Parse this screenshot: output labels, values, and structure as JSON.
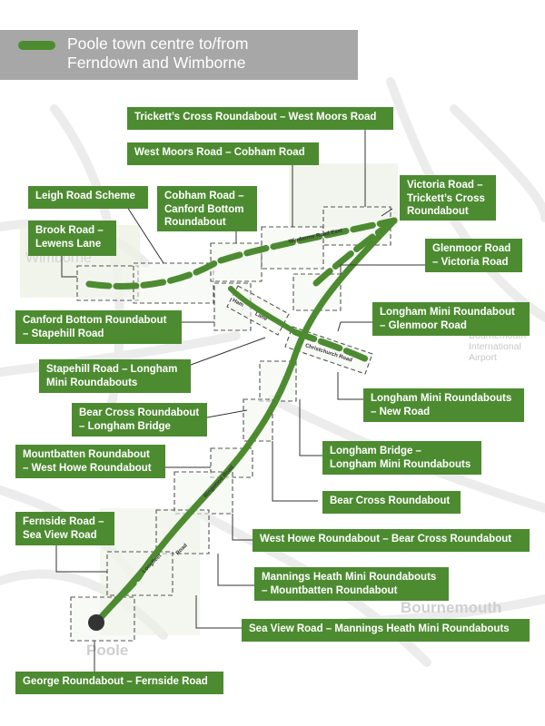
{
  "header": {
    "title": "Poole town centre to/from\nFerndown and Wimborne",
    "route_color": "#4d8b31"
  },
  "places": {
    "wimborne": "Wimborne",
    "bournemouth": "Bournemouth",
    "poole": "Poole",
    "airport": "Bournemouth\nInternational\nAirport"
  },
  "road_labels": {
    "wimborne_road_east": "Wimborne Road East",
    "ham_lane_1": "Ham",
    "ham_lane_2": "Lane",
    "christchurch_road": "Christchurch Road",
    "ringwood_road": "Ringwood Road",
    "longfleet_road_1": "Longfleet",
    "longfleet_road_2": "Road"
  },
  "labels": [
    "Trickett’s Cross Roundabout – West Moors Road",
    "West Moors Road – Cobham Road",
    "Leigh Road Scheme",
    "Cobham Road –\nCanford Bottom\nRoundabout",
    "Victoria Road –\nTrickett’s Cross\nRoundabout",
    "Brook Road –\nLewens Lane",
    "Glenmoor Road\n– Victoria Road",
    "Canford Bottom Roundabout\n– Stapehill Road",
    "Longham Mini Roundabout\n– Glenmoor Road",
    "Stapehill Road – Longham\nMini Roundabouts",
    "Longham Mini Roundabouts\n– New Road",
    "Bear Cross Roundabout\n– Longham Bridge",
    "Mountbatten Roundabout\n– West Howe Roundabout",
    "Longham Bridge –\nLongham Mini Roundabouts",
    "Bear Cross Roundabout",
    "Fernside Road –\nSea View Road",
    "West Howe Roundabout – Bear Cross Roundabout",
    "Mannings Heath Mini Roundabouts\n– Mountbatten Roundabout",
    "Sea View Road – Mannings Heath Mini Roundabouts",
    "George Roundabout – Fernside Road"
  ]
}
